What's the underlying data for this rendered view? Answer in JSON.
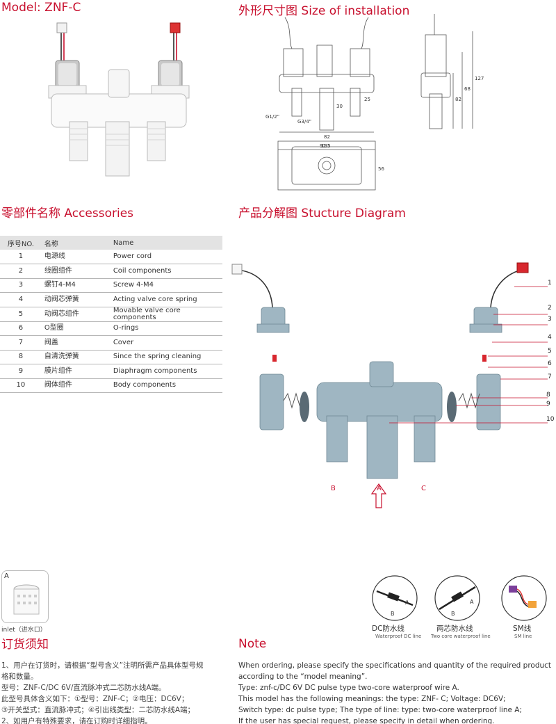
{
  "headers": {
    "model": "Model: ZNF-C",
    "size": "外形尺寸图 Size of installation",
    "accessories": "零部件名称 Accessories",
    "structure": "产品分解图 Stucture Diagram",
    "order": "订货须知",
    "note": "Note"
  },
  "dimensions": {
    "g12": "G1/2\"",
    "g34": "G3/4\"",
    "d82": "82",
    "d30": "30",
    "d25": "25",
    "d135": "135",
    "d915": "91.5",
    "d56": "56",
    "d127": "127",
    "d68": "68",
    "d82v": "82"
  },
  "table": {
    "headers": [
      "序号NO.",
      "名称",
      "Name"
    ],
    "rows": [
      {
        "no": "1",
        "cn": "电源线",
        "en": "Power cord"
      },
      {
        "no": "2",
        "cn": "线圈组件",
        "en": "Coil components"
      },
      {
        "no": "3",
        "cn": "螺钉4-M4",
        "en": "Screw 4-M4"
      },
      {
        "no": "4",
        "cn": "动阀芯弹簧",
        "en": "Acting valve core spring"
      },
      {
        "no": "5",
        "cn": "动阀芯组件",
        "en": "Movable valve core components"
      },
      {
        "no": "6",
        "cn": "O型圈",
        "en": "O-rings"
      },
      {
        "no": "7",
        "cn": "阀盖",
        "en": "Cover"
      },
      {
        "no": "8",
        "cn": "自清洗弹簧",
        "en": "Since the spring cleaning"
      },
      {
        "no": "9",
        "cn": "膜片组件",
        "en": "Diaphragm components"
      },
      {
        "no": "10",
        "cn": "阀体组件",
        "en": "Body components"
      }
    ]
  },
  "diagram": {
    "callouts": [
      "1",
      "2",
      "3",
      "4",
      "5",
      "6",
      "7",
      "8",
      "9",
      "10"
    ],
    "port_b": "B",
    "port_a": "A",
    "port_c": "C"
  },
  "inlet": {
    "tag": "A",
    "label": "inlet（进水口）"
  },
  "wires": [
    {
      "label": "DC防水线",
      "sub": "Waterproof  DC line",
      "a": "A",
      "b": "B"
    },
    {
      "label": "两芯防水线",
      "sub": "Two core waterproof line",
      "a": "A",
      "b": "B"
    },
    {
      "label": "SM线",
      "sub": "SM line"
    }
  ],
  "order_text": [
    "1、用户在订货时，请根据“型号含义”注明所需产品具体型号规",
    "格和数量。",
    "型号：ZNF-C/DC 6V/直流脉冲式二芯防水线A端。",
    "此型号具体含义如下：①型号：ZNF-C；②电压：DC6V；",
    "③开关型式：直流脉冲式；④引出线类型：二芯防水线A端；",
    "2、如用户有特殊要求，请在订购时详细指明。"
  ],
  "note_text": [
    "When ordering, please specify the specifications and quantity of the required product",
    "according to the  “model meaning”.",
    "Type: znf-c/DC 6V DC  pulse type two-core waterproof wire A.",
    "This model has the following meanings: the type: ZNF- C; Voltage: DC6V;",
    "Switch type: dc pulse type; The type of line: type: two-core waterproof line A;",
    "If the user has special request, please specify in detail when ordering."
  ],
  "colors": {
    "accent_red": "#c8102e",
    "valve_body": "#9fb6c2",
    "table_header": "#e3e3e3"
  }
}
